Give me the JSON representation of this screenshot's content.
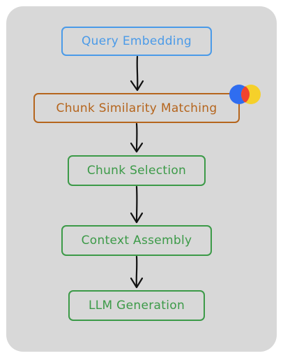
{
  "diagram": {
    "nodes": [
      {
        "id": "query-embedding",
        "label": "Query Embedding",
        "color": "#4a9ae8"
      },
      {
        "id": "chunk-similarity-matching",
        "label": "Chunk Similarity Matching",
        "color": "#b5651d"
      },
      {
        "id": "chunk-selection",
        "label": "Chunk Selection",
        "color": "#3c9a48"
      },
      {
        "id": "context-assembly",
        "label": "Context Assembly",
        "color": "#3c9a48"
      },
      {
        "id": "llm-generation",
        "label": "LLM Generation",
        "color": "#3c9a48"
      }
    ],
    "edges": [
      {
        "from": "query-embedding",
        "to": "chunk-similarity-matching"
      },
      {
        "from": "chunk-similarity-matching",
        "to": "chunk-selection"
      },
      {
        "from": "chunk-selection",
        "to": "context-assembly"
      },
      {
        "from": "context-assembly",
        "to": "llm-generation"
      }
    ],
    "badge_icon": "collaborator-avatars-icon",
    "badge_colors": [
      "#2f6df0",
      "#f0442f",
      "#f5d02a"
    ]
  }
}
